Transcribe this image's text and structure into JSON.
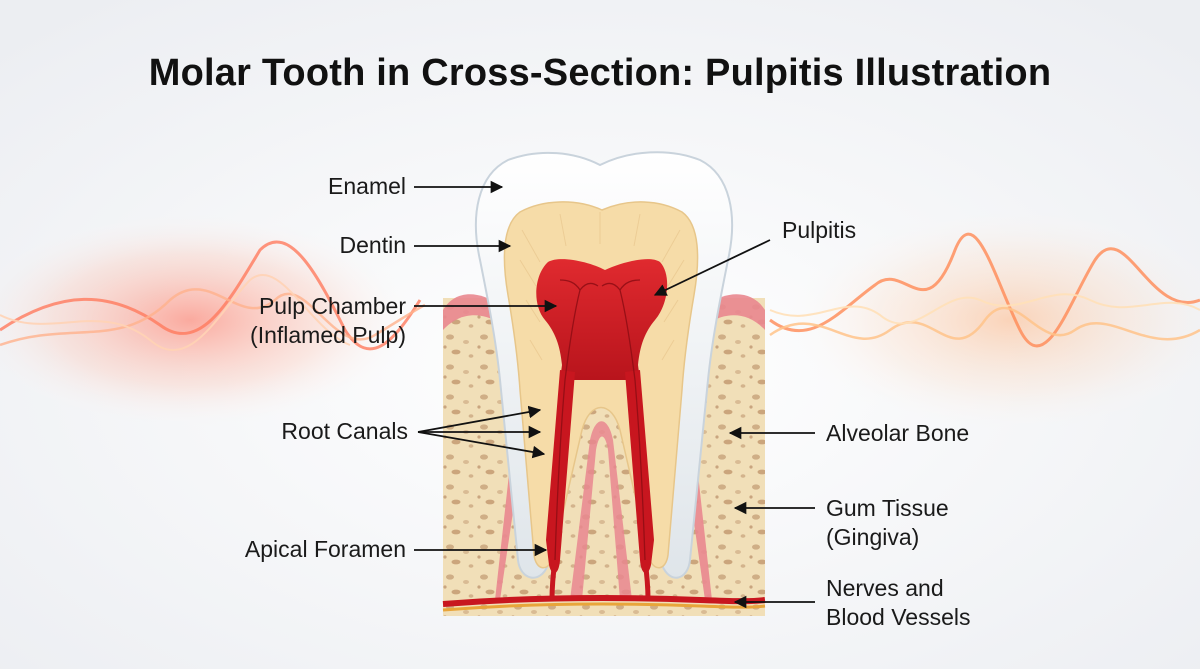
{
  "title": "Molar Tooth in Cross-Section: Pulpitis Illustration",
  "labels": {
    "enamel": "Enamel",
    "dentin": "Dentin",
    "pulp_chamber": "Pulp Chamber",
    "pulp_chamber_sub": "(Inflamed Pulp)",
    "root_canals": "Root Canals",
    "apical_foramen": "Apical Foramen",
    "pulpitis": "Pulpitis",
    "alveolar_bone": "Alveolar Bone",
    "gum_tissue": "Gum Tissue",
    "gum_tissue_sub": "(Gingiva)",
    "nerves_line1": "Nerves and",
    "nerves_line2": "Blood Vessels"
  },
  "colors": {
    "enamel": "#f4f6f8",
    "dentin": "#f6dca8",
    "pulp": "#d8232a",
    "bone": "#f1dfb8",
    "gum": "#e9878f",
    "pain_glow": "#ff5a3c"
  }
}
